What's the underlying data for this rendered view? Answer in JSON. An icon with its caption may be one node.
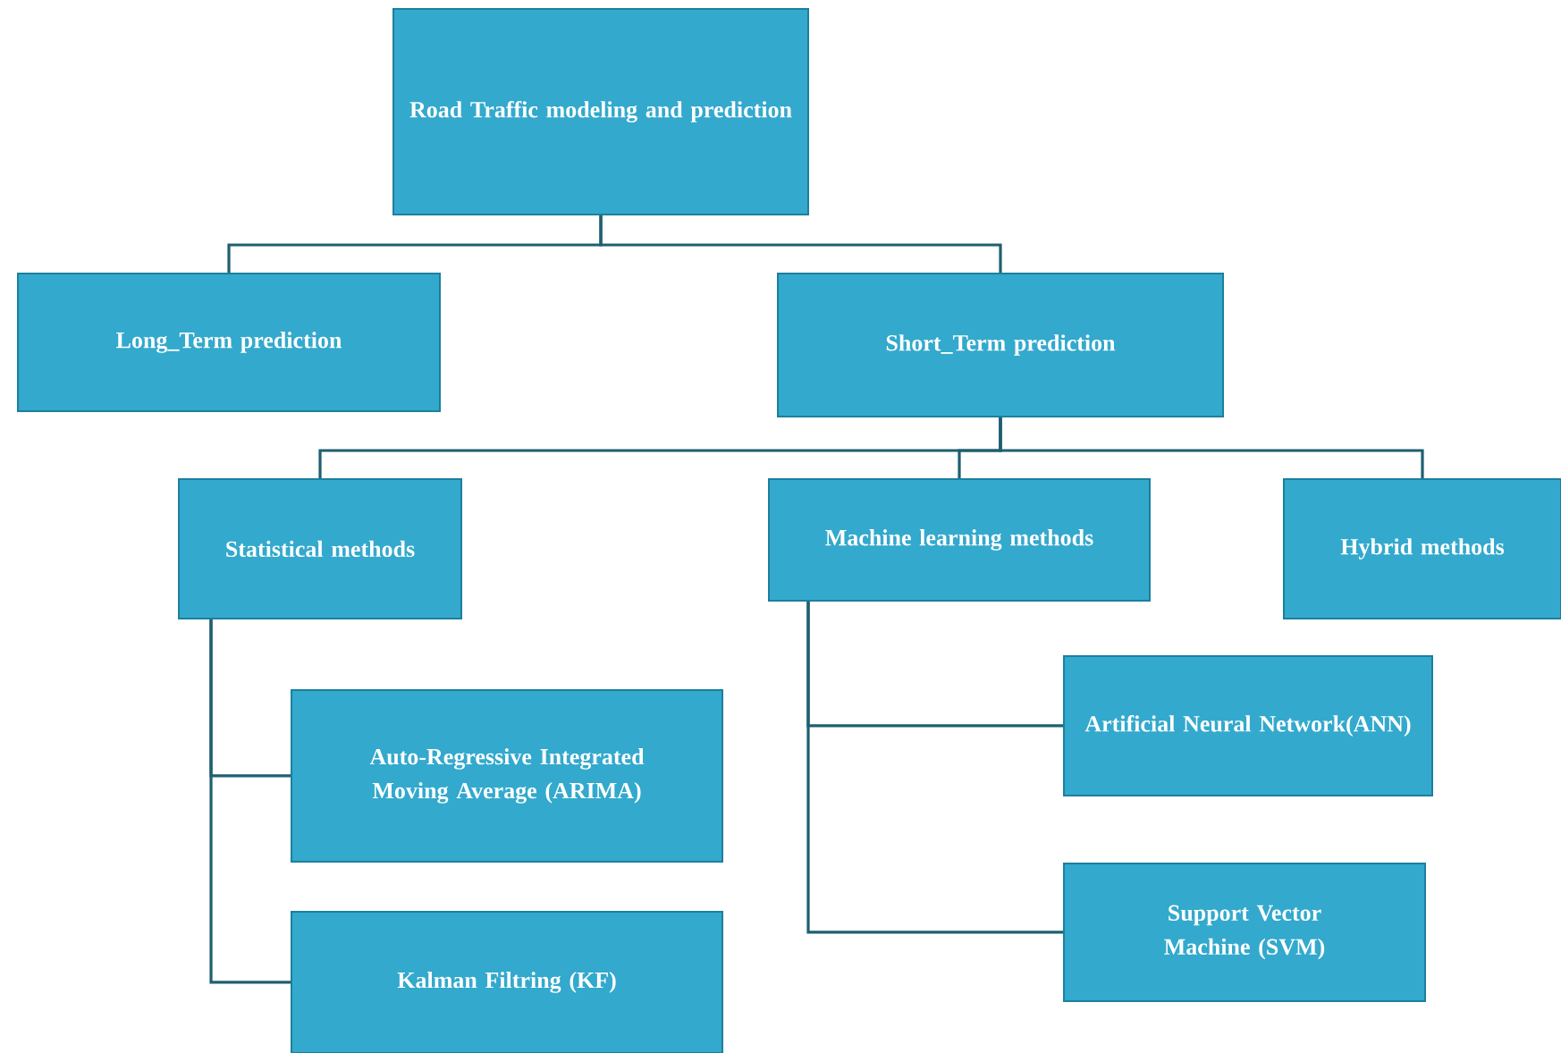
{
  "diagram": {
    "nodes": [
      {
        "text": [
          "Road Traffic modeling  and prediction"
        ]
      },
      {
        "text": [
          "Long_Term prediction"
        ]
      },
      {
        "text": [
          "Short_Term prediction"
        ]
      },
      {
        "text": [
          "Statistical methods"
        ]
      },
      {
        "text": [
          "Machine learning methods"
        ]
      },
      {
        "text": [
          "Hybrid methods"
        ]
      },
      {
        "text": [
          "Auto-Regressive Integrated Moving Average (ARIMA)"
        ]
      },
      {
        "text": [
          "Kalman Filtring (KF)"
        ]
      },
      {
        "text": [
          "Artificial Neural Network(ANN)"
        ]
      },
      {
        "text": [
          "Support Vector Machine (SVM)"
        ]
      }
    ],
    "edges": [
      {
        "from": 0,
        "to": 1,
        "arrow": "none"
      },
      {
        "from": 0,
        "to": 2,
        "arrow": "none"
      },
      {
        "from": 2,
        "to": 3,
        "arrow": "none"
      },
      {
        "from": 2,
        "to": 4,
        "arrow": "none"
      },
      {
        "from": 2,
        "to": 5,
        "arrow": "none"
      },
      {
        "from": 3,
        "to": 6,
        "arrow": "none"
      },
      {
        "from": 3,
        "to": 7,
        "arrow": "none"
      },
      {
        "from": 4,
        "to": 8,
        "arrow": "none"
      },
      {
        "from": 4,
        "to": 9,
        "arrow": "none"
      }
    ]
  }
}
